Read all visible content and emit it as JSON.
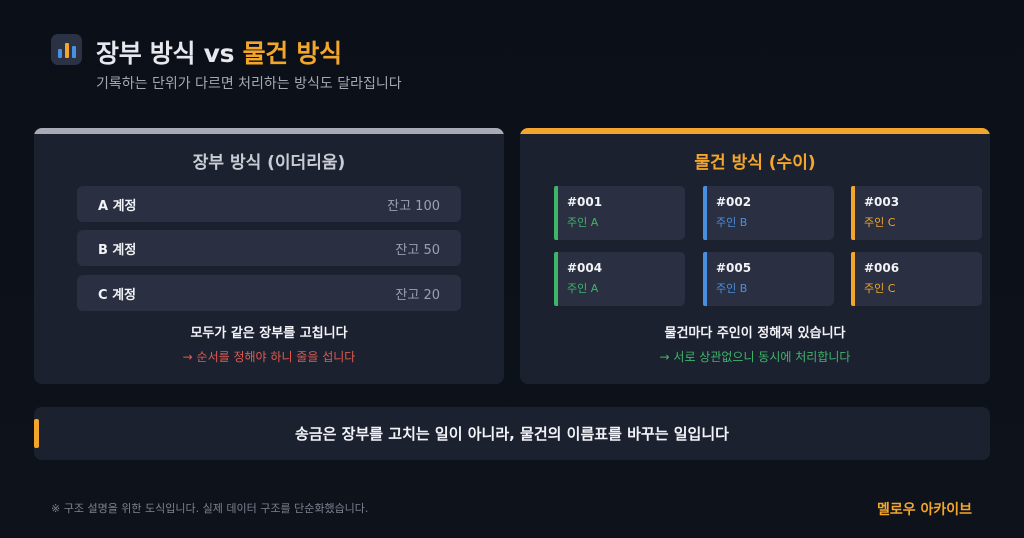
{
  "header": {
    "title_prefix": "장부 방식 vs",
    "title_highlight": "물건 방식",
    "subtitle": "기록하는 단위가 다르면 처리하는 방식도 달라집니다"
  },
  "left_panel": {
    "title": "장부 방식 (이더리움)",
    "accounts": [
      {
        "name": "A 계정",
        "balance": "잔고 100"
      },
      {
        "name": "B 계정",
        "balance": "잔고 50"
      },
      {
        "name": "C 계정",
        "balance": "잔고 20"
      }
    ],
    "note": "모두가 같은 장부를 고칩니다",
    "sub_note": "→ 순서를 정해야 하니 줄을 섭니다"
  },
  "right_panel": {
    "title": "물건 방식 (수이)",
    "items": [
      {
        "id": "#001",
        "owner": "주인 A"
      },
      {
        "id": "#002",
        "owner": "주인 B"
      },
      {
        "id": "#003",
        "owner": "주인 C"
      },
      {
        "id": "#004",
        "owner": "주인 A"
      },
      {
        "id": "#005",
        "owner": "주인 B"
      },
      {
        "id": "#006",
        "owner": "주인 C"
      }
    ],
    "note": "물건마다 주인이 정해져 있습니다",
    "sub_note": "→ 서로 상관없으니 동시에 처리합니다"
  },
  "banner": {
    "text": "송금은 장부를 고치는 일이 아니라, 물건의 이름표를 바꾸는 일입니다"
  },
  "footer": {
    "footnote": "※ 구조 설명을 위한 도식입니다. 실제 데이터 구조를 단순화했습니다.",
    "brand": "멜로우 아카이브"
  },
  "colors": {
    "accent": "#f2a62b",
    "left_panel_line": "#a8abb5",
    "owner_a": "#3fb56a",
    "owner_b": "#4a8fe0",
    "owner_c": "#f2a62b",
    "left_sub_note": "#e05a4e",
    "right_sub_note": "#3fb56a"
  },
  "icons": {
    "logo": "bar-chart-icon"
  }
}
